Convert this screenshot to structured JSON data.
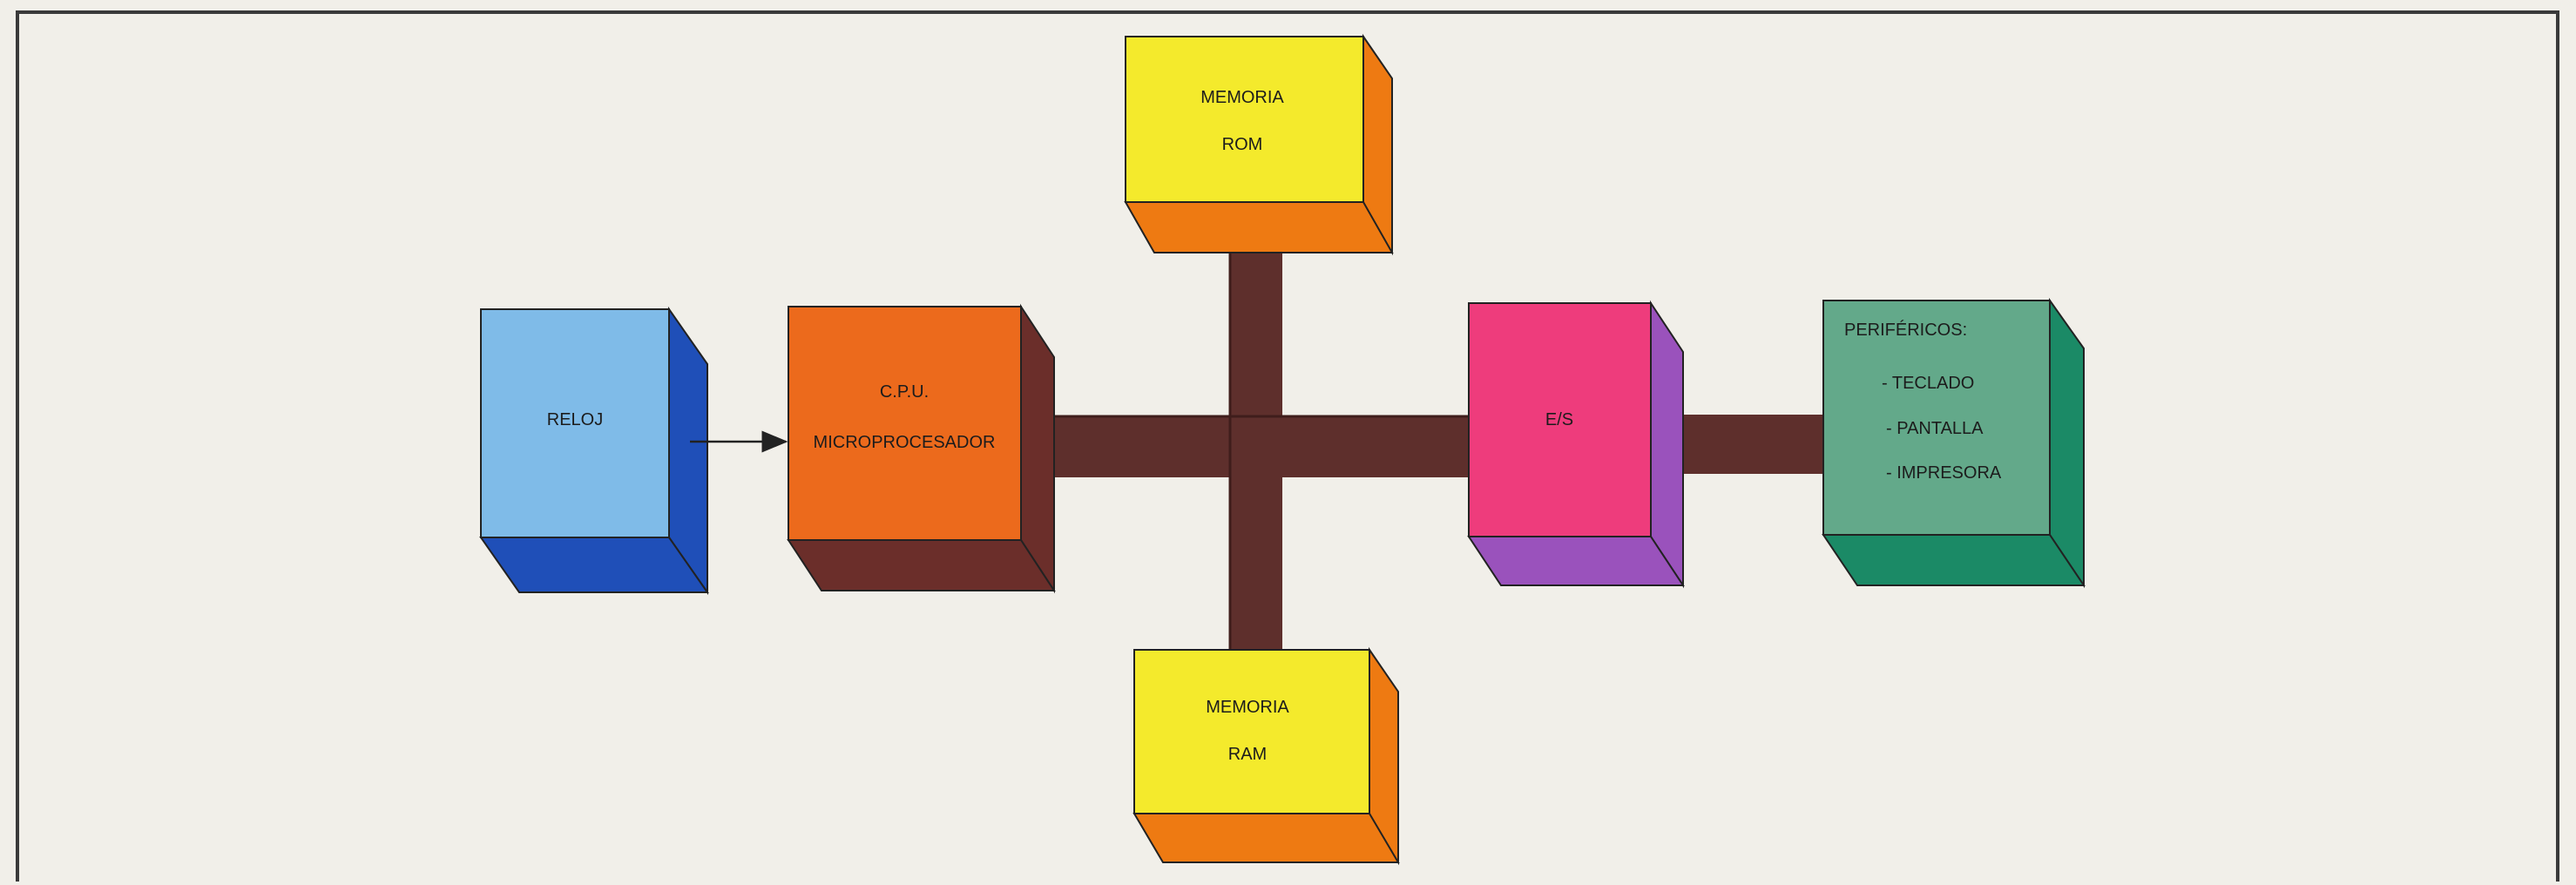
{
  "diagram": {
    "clock": {
      "label": "RELOJ",
      "color": "#7fbbe8",
      "side_color": "#1f4fb8"
    },
    "cpu": {
      "line1": "C.P.U.",
      "line2": "MICROPROCESADOR",
      "color": "#ec6a1c",
      "side_color": "#6b2e2a"
    },
    "rom": {
      "line1": "MEMORIA",
      "line2": "ROM",
      "color": "#f4ea2c",
      "side_color": "#ee7a12"
    },
    "ram": {
      "line1": "MEMORIA",
      "line2": "RAM",
      "color": "#f4ea2c",
      "side_color": "#ee7a12"
    },
    "io": {
      "label": "E/S",
      "color": "#ee3c7c",
      "side_color": "#9a52bc"
    },
    "peripherals": {
      "title": "PERIFÉRICOS:",
      "items": [
        "- TECLADO",
        "- PANTALLA",
        "- IMPRESORA"
      ],
      "color": "#63a98a",
      "side_color": "#1b8a66"
    },
    "bus_color": "#5e2f2c"
  }
}
